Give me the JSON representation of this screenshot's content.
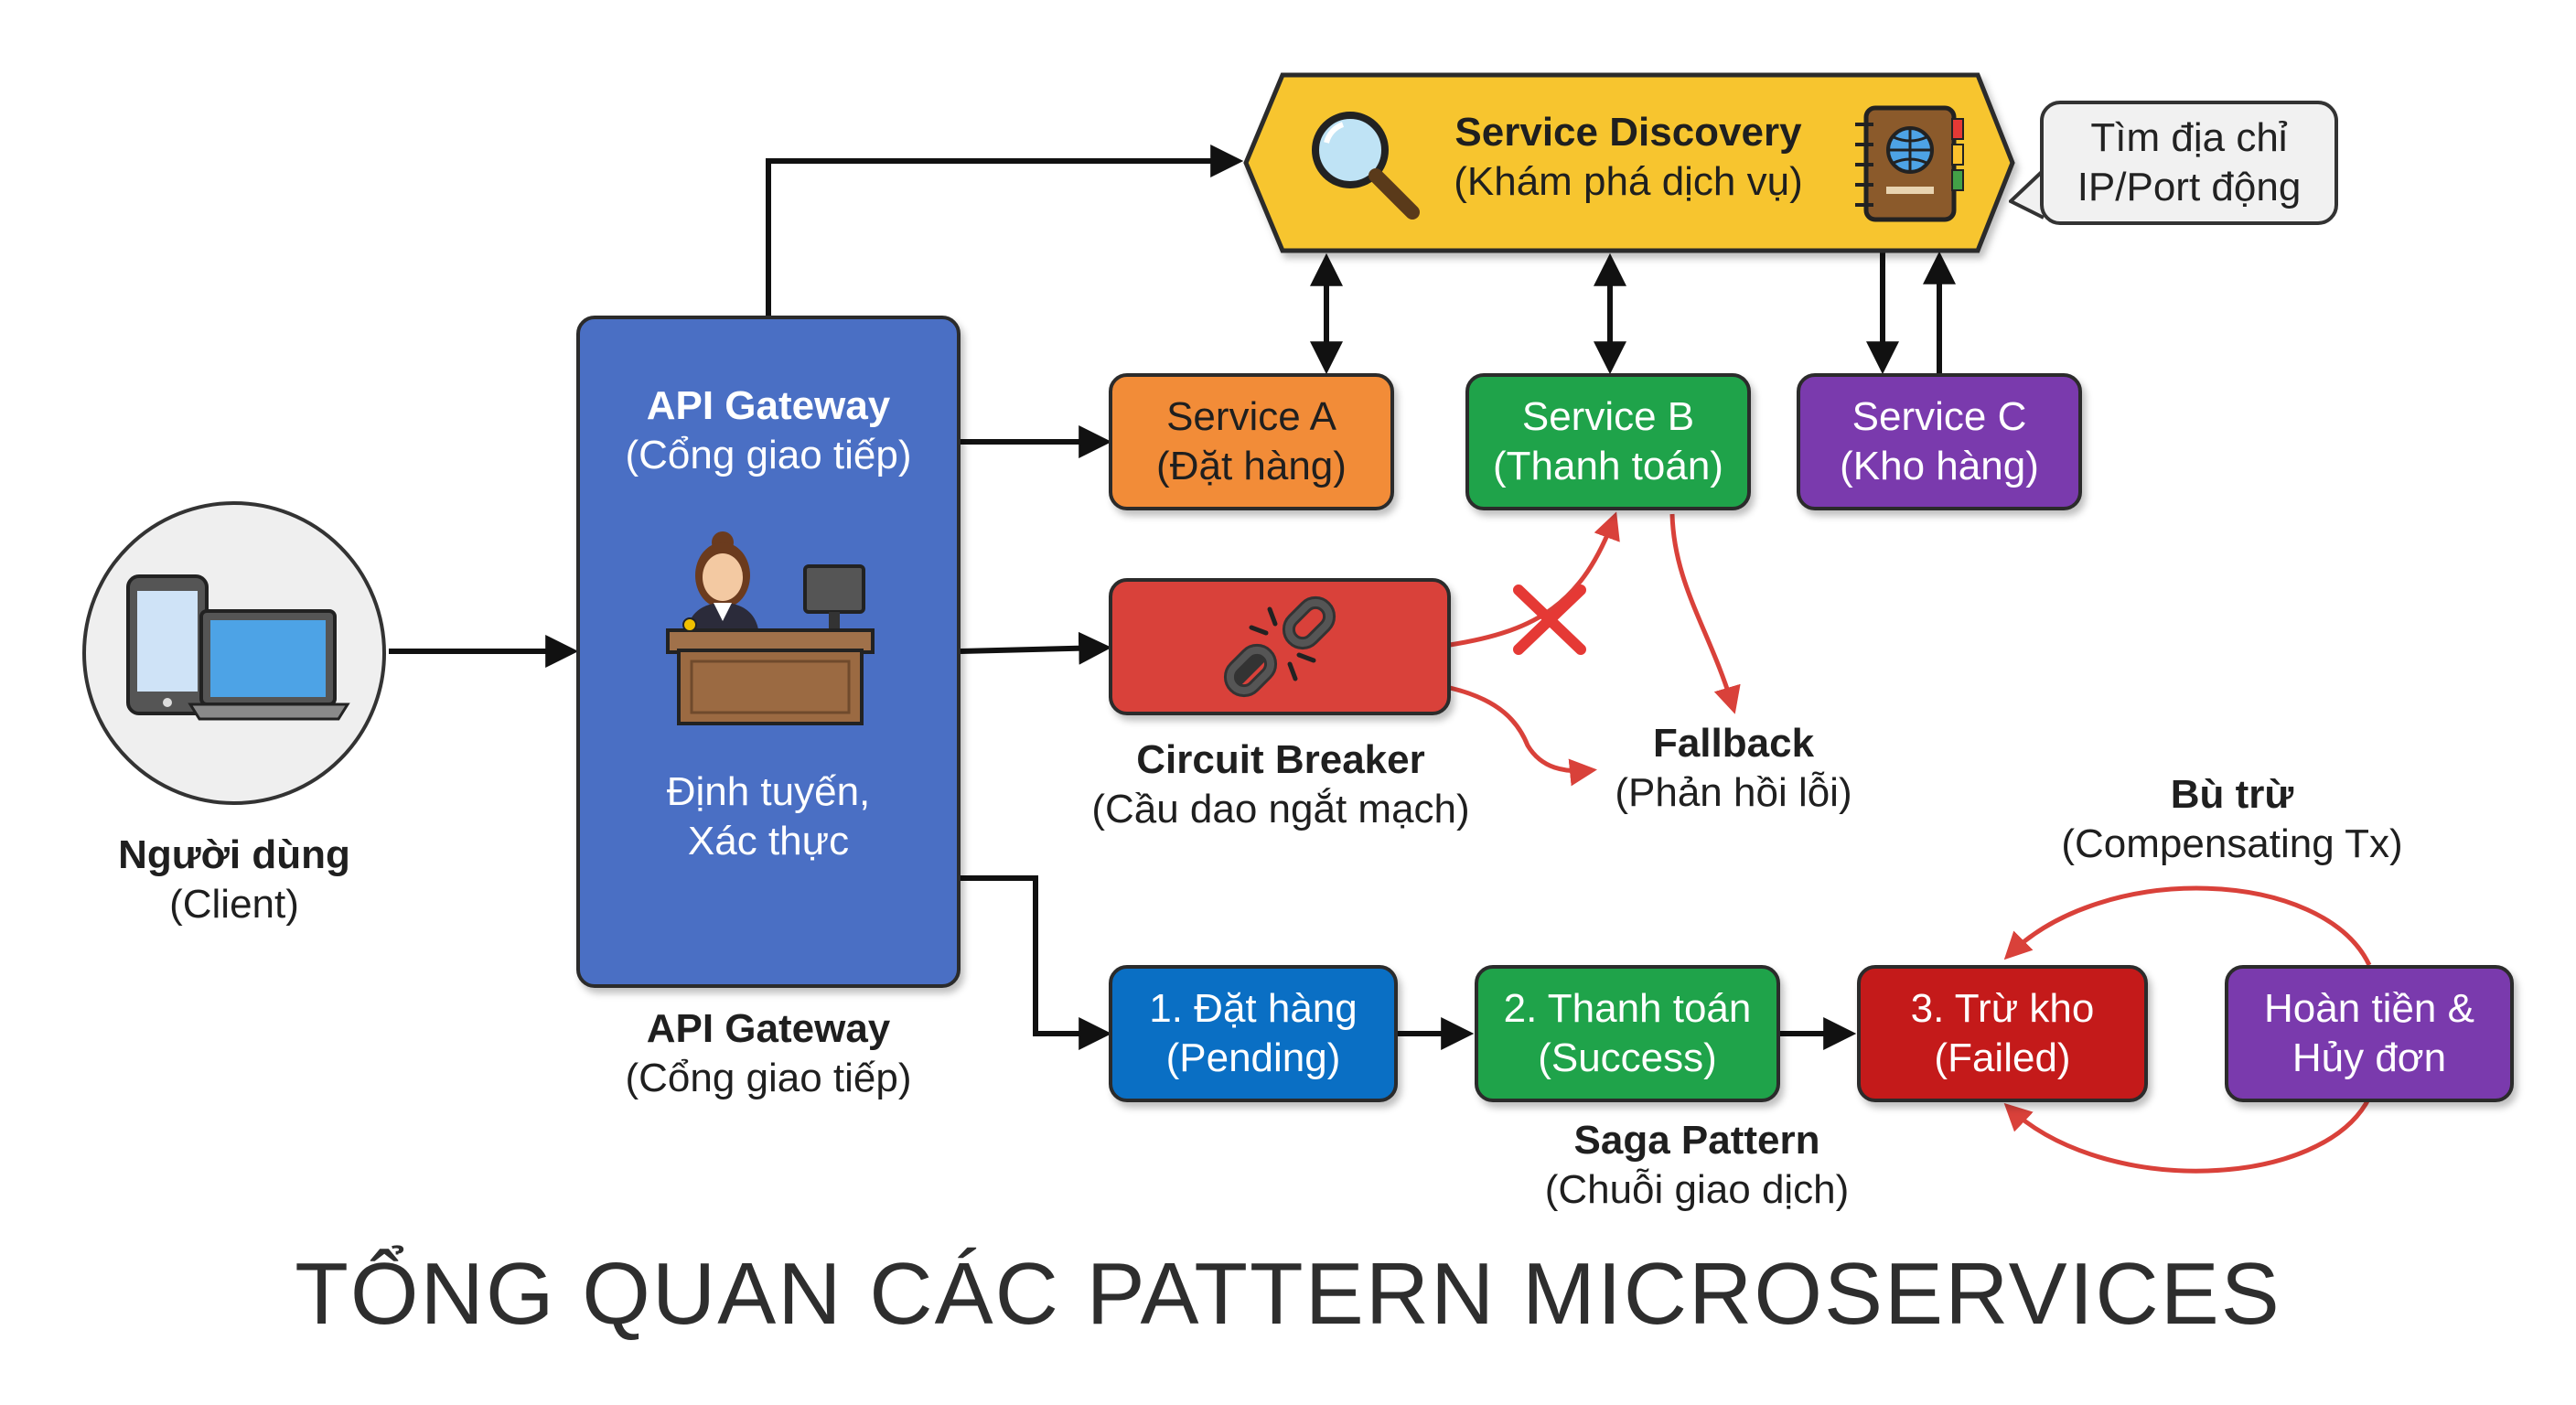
{
  "title": "TỔNG QUAN CÁC PATTERN MICROSERVICES",
  "client": {
    "title": "Người dùng",
    "subtitle": "(Client)"
  },
  "gateway": {
    "title": "API Gateway",
    "subtitle": "(Cổng giao tiếp)",
    "desc_line1": "Định tuyến,",
    "desc_line2": "Xác thực",
    "caption_title": "API Gateway",
    "caption_subtitle": "(Cổng giao tiếp)"
  },
  "discovery": {
    "title": "Service Discovery",
    "subtitle": "(Khám phá dịch vụ)",
    "note_line1": "Tìm địa chỉ",
    "note_line2": "IP/Port động"
  },
  "services": [
    {
      "name": "Service A",
      "desc": "(Đặt hàng)",
      "color": "#f28c38"
    },
    {
      "name": "Service B",
      "desc": "(Thanh toán)",
      "color": "#1fa34a"
    },
    {
      "name": "Service C",
      "desc": "(Kho hàng)",
      "color": "#7a3aad"
    }
  ],
  "circuit_breaker": {
    "title": "Circuit Breaker",
    "subtitle": "(Cầu dao ngắt mạch)",
    "color": "#d9413a"
  },
  "fallback": {
    "title": "Fallback",
    "subtitle": "(Phản hồi lỗi)"
  },
  "saga": {
    "title": "Saga Pattern",
    "subtitle": "(Chuỗi giao dịch)",
    "steps": [
      {
        "line1": "1. Đặt hàng",
        "line2": "(Pending)",
        "color": "#0a6fc4"
      },
      {
        "line1": "2. Thanh toán",
        "line2": "(Success)",
        "color": "#1fa34a"
      },
      {
        "line1": "3. Trừ kho",
        "line2": "(Failed)",
        "color": "#c41a1a"
      }
    ],
    "compensation": {
      "line1": "Hoàn tiền &",
      "line2": "Hủy đơn",
      "color": "#7a3aad"
    },
    "comp_label_title": "Bù trừ",
    "comp_label_subtitle": "(Compensating Tx)"
  },
  "colors": {
    "gateway": "#4a6fc4",
    "discovery": "#f7c52f",
    "arrow_black": "#111111",
    "arrow_red": "#d9413a"
  },
  "icons": [
    "devices-icon",
    "receptionist-icon",
    "magnifier-icon",
    "address-book-icon",
    "broken-chain-icon",
    "failure-x-icon"
  ]
}
